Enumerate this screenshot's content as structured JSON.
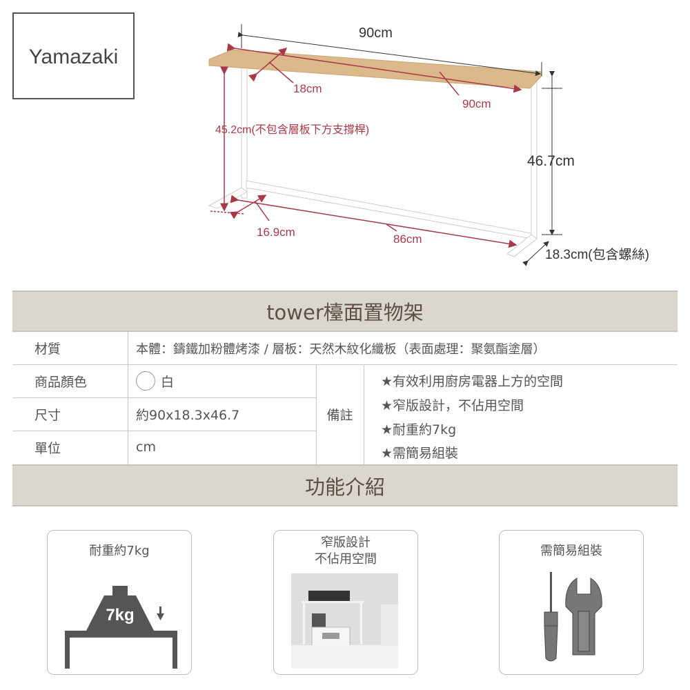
{
  "brand": "Yamazaki",
  "diagram": {
    "overall_width": "90cm",
    "shelf_depth": "18cm",
    "shelf_width": "90cm",
    "inner_height": "45.2cm(不包含層板下方支撐桿)",
    "total_height": "46.7cm",
    "base_depth_inner": "16.9cm",
    "base_width": "86cm",
    "base_depth": "18.3cm(包含螺絲)",
    "colors": {
      "wood": "#dcb98a",
      "dimension_red": "#a8394a",
      "frame": "#ffffff"
    }
  },
  "spec": {
    "title": "tower檯面置物架",
    "rows": [
      {
        "label": "材質",
        "value": "本體：鑄鐵加粉體烤漆 / 層板：天然木紋化纖板（表面處理：聚氨酯塗層）"
      },
      {
        "label": "商品顏色",
        "value": "白"
      },
      {
        "label": "尺寸",
        "value": "約90x18.3x46.7"
      },
      {
        "label": "單位",
        "value": "cm"
      }
    ],
    "notes_label": "備註",
    "notes": [
      "★有效利用廚房電器上方的空間",
      "★窄版設計，不佔用空間",
      "★耐重約7kg",
      "★需簡易組裝"
    ]
  },
  "features": {
    "title": "功能介紹",
    "cards": [
      {
        "title": "耐重約7kg",
        "weight_label": "7kg"
      },
      {
        "title_line1": "窄版設計",
        "title_line2": "不佔用空間"
      },
      {
        "title": "需簡易組裝"
      }
    ]
  }
}
